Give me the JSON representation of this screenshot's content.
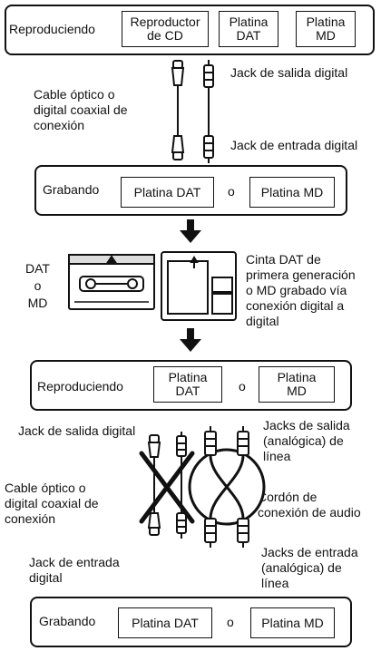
{
  "stage1": {
    "label": "Reproduciendo",
    "box1": "Reproductor\nde CD",
    "box2": "Platina\nDAT",
    "box3": "Platina\nMD"
  },
  "conn1": {
    "out_jack": "Jack de salida digital",
    "cable": "Cable óptico o\ndigital coaxial de\nconexión",
    "in_jack": "Jack de entrada digital"
  },
  "stage2": {
    "label": "Grabando",
    "box1": "Platina DAT",
    "sep": "o",
    "box2": "Platina MD"
  },
  "media": {
    "left": "DAT\no\nMD",
    "caption": "Cinta DAT de\nprimera generación\no MD grabado vía\nconexión digital a\ndigital"
  },
  "stage3": {
    "label": "Reproduciendo",
    "box1": "Platina\nDAT",
    "sep": "o",
    "box2": "Platina\nMD"
  },
  "conn2": {
    "out_digital": "Jack de salida digital",
    "out_analog": "Jacks de salida\n(analógica) de\nlínea",
    "cable_digital": "Cable óptico o\ndigital coaxial de\nconexión",
    "cable_audio": "Cordón de\nconexión de audio",
    "in_digital": "Jack de entrada\ndigital",
    "in_analog": "Jacks de entrada\n(analógica) de\nlínea"
  },
  "stage4": {
    "label": "Grabando",
    "box1": "Platina DAT",
    "sep": "o",
    "box2": "Platina MD"
  }
}
